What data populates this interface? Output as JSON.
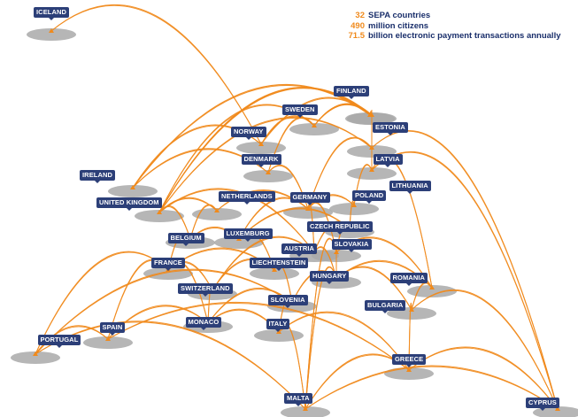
{
  "stats": [
    {
      "value": "32",
      "text": "SEPA countries"
    },
    {
      "value": "490",
      "text": "million citizens"
    },
    {
      "value": "71.5",
      "text": "billion electronic payment transactions annually"
    }
  ],
  "colors": {
    "link": "#f08a1c",
    "label_bg": "#2c3f78",
    "label_text": "#ffffff",
    "ellipse": "#a9a9a9",
    "stat_text": "#1a2f6b"
  },
  "countries": [
    {
      "id": "iceland",
      "name": "ICELAND"
    },
    {
      "id": "finland",
      "name": "FINLAND"
    },
    {
      "id": "sweden",
      "name": "SWEDEN"
    },
    {
      "id": "norway",
      "name": "NORWAY"
    },
    {
      "id": "estonia",
      "name": "ESTONIA"
    },
    {
      "id": "denmark",
      "name": "DENMARK"
    },
    {
      "id": "latvia",
      "name": "LATVIA"
    },
    {
      "id": "ireland",
      "name": "IRELAND"
    },
    {
      "id": "lithuania",
      "name": "LITHUANIA"
    },
    {
      "id": "netherlands",
      "name": "NETHERLANDS"
    },
    {
      "id": "germany",
      "name": "GERMANY"
    },
    {
      "id": "poland",
      "name": "POLAND"
    },
    {
      "id": "united-kingdom",
      "name": "UNITED KINGDOM"
    },
    {
      "id": "czech-republic",
      "name": "CZECH REPUBLIC"
    },
    {
      "id": "belgium",
      "name": "BELGIUM"
    },
    {
      "id": "luxemburg",
      "name": "LUXEMBURG"
    },
    {
      "id": "austria",
      "name": "AUSTRIA"
    },
    {
      "id": "slovakia",
      "name": "SLOVAKIA"
    },
    {
      "id": "france",
      "name": "FRANCE"
    },
    {
      "id": "liechtenstein",
      "name": "LIECHTENSTEIN"
    },
    {
      "id": "hungary",
      "name": "HUNGARY"
    },
    {
      "id": "romania",
      "name": "ROMANIA"
    },
    {
      "id": "switzerland",
      "name": "SWITZERLAND"
    },
    {
      "id": "slovenia",
      "name": "SLOVENIA"
    },
    {
      "id": "bulgaria",
      "name": "BULGARIA"
    },
    {
      "id": "monaco",
      "name": "MONACO"
    },
    {
      "id": "spain",
      "name": "SPAIN"
    },
    {
      "id": "italy",
      "name": "ITALY"
    },
    {
      "id": "portugal",
      "name": "PORTUGAL"
    },
    {
      "id": "greece",
      "name": "GREECE"
    },
    {
      "id": "malta",
      "name": "MALTA"
    },
    {
      "id": "cyprus",
      "name": "CYPRUS"
    }
  ],
  "links": [
    [
      "iceland",
      "norway"
    ],
    [
      "ireland",
      "finland"
    ],
    [
      "ireland",
      "norway"
    ],
    [
      "ireland",
      "denmark"
    ],
    [
      "united-kingdom",
      "sweden"
    ],
    [
      "united-kingdom",
      "finland"
    ],
    [
      "united-kingdom",
      "latvia"
    ],
    [
      "united-kingdom",
      "estonia"
    ],
    [
      "united-kingdom",
      "netherlands"
    ],
    [
      "united-kingdom",
      "belgium"
    ],
    [
      "norway",
      "sweden"
    ],
    [
      "norway",
      "finland"
    ],
    [
      "sweden",
      "finland"
    ],
    [
      "finland",
      "estonia"
    ],
    [
      "sweden",
      "estonia"
    ],
    [
      "denmark",
      "sweden"
    ],
    [
      "denmark",
      "germany"
    ],
    [
      "latvia",
      "lithuania"
    ],
    [
      "latvia",
      "estonia"
    ],
    [
      "latvia",
      "germany"
    ],
    [
      "lithuania",
      "poland"
    ],
    [
      "lithuania",
      "romania"
    ],
    [
      "lithuania",
      "cyprus"
    ],
    [
      "latvia",
      "cyprus"
    ],
    [
      "netherlands",
      "belgium"
    ],
    [
      "netherlands",
      "germany"
    ],
    [
      "germany",
      "poland"
    ],
    [
      "germany",
      "austria"
    ],
    [
      "germany",
      "luxemburg"
    ],
    [
      "germany",
      "slovakia"
    ],
    [
      "poland",
      "czech-republic"
    ],
    [
      "czech-republic",
      "slovakia"
    ],
    [
      "czech-republic",
      "austria"
    ],
    [
      "belgium",
      "luxemburg"
    ],
    [
      "belgium",
      "france"
    ],
    [
      "luxemburg",
      "liechtenstein"
    ],
    [
      "austria",
      "hungary"
    ],
    [
      "austria",
      "switzerland"
    ],
    [
      "slovakia",
      "hungary"
    ],
    [
      "slovakia",
      "romania"
    ],
    [
      "hungary",
      "romania"
    ],
    [
      "hungary",
      "bulgaria"
    ],
    [
      "hungary",
      "slovenia"
    ],
    [
      "romania",
      "bulgaria"
    ],
    [
      "bulgaria",
      "greece"
    ],
    [
      "bulgaria",
      "cyprus"
    ],
    [
      "france",
      "switzerland"
    ],
    [
      "france",
      "spain"
    ],
    [
      "france",
      "portugal"
    ],
    [
      "france",
      "monaco"
    ],
    [
      "france",
      "liechtenstein"
    ],
    [
      "switzerland",
      "liechtenstein"
    ],
    [
      "switzerland",
      "monaco"
    ],
    [
      "liechtenstein",
      "slovenia"
    ],
    [
      "slovenia",
      "italy"
    ],
    [
      "slovenia",
      "monaco"
    ],
    [
      "monaco",
      "italy"
    ],
    [
      "monaco",
      "spain"
    ],
    [
      "italy",
      "greece"
    ],
    [
      "italy",
      "malta"
    ],
    [
      "spain",
      "portugal"
    ],
    [
      "spain",
      "greece"
    ],
    [
      "portugal",
      "slovenia"
    ],
    [
      "portugal",
      "malta"
    ],
    [
      "greece",
      "malta"
    ],
    [
      "greece",
      "cyprus"
    ],
    [
      "malta",
      "cyprus"
    ],
    [
      "malta",
      "hungary"
    ],
    [
      "malta",
      "slovakia"
    ],
    [
      "united-kingdom",
      "austria"
    ],
    [
      "luxemburg",
      "czech-republic"
    ]
  ]
}
